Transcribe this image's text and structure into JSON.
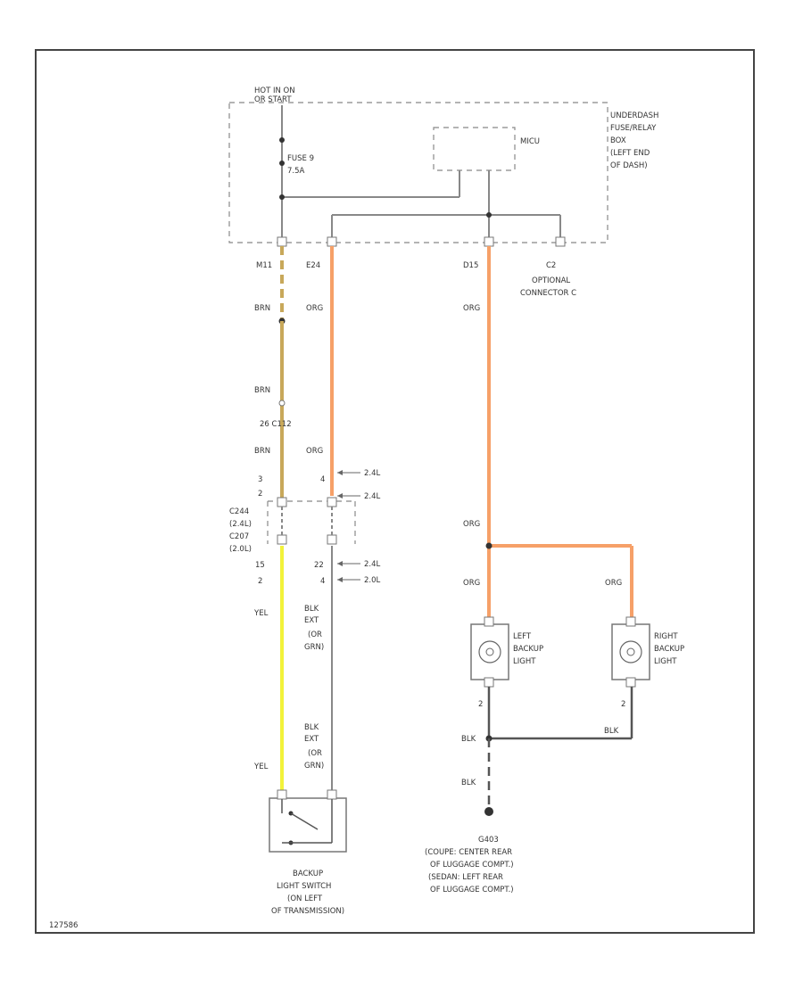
{
  "fuse_box": {
    "hot_label": [
      "HOT IN ON",
      "OR START"
    ],
    "box_label": [
      "UNDERDASH",
      "FUSE/RELAY",
      "BOX",
      "(LEFT END",
      "OF DASH)"
    ],
    "micu": "MICU",
    "fuse": [
      "FUSE 9",
      "7.5A"
    ]
  },
  "pins": {
    "c1": "M11",
    "c2": "E24",
    "c3": "D15",
    "c4": "C2"
  },
  "optional_connector": [
    "OPTIONAL",
    "CONNECTOR C"
  ],
  "wires": {
    "brn1": "BRN",
    "org1": "ORG",
    "brn2": "BRN",
    "c112": "26  C112",
    "brn3": "BRN",
    "org2": "ORG",
    "org3": "ORG",
    "org4": "ORG",
    "org5": "ORG",
    "org6": "ORG",
    "yel1": "YEL",
    "yel2": "YEL",
    "blk_a": [
      "BLK",
      "EXT",
      "(OR",
      "GRN)"
    ],
    "blk_b": [
      "BLK",
      "EXT",
      "(OR",
      "GRN)"
    ],
    "blk_left": "BLK",
    "blk_right": "BLK",
    "blk_down": "BLK"
  },
  "pin_numbers": {
    "p3": "3",
    "p4": "4",
    "p2_left": "2",
    "p15": "15",
    "p2_mid": "2",
    "p22": "22",
    "p4_low": "4",
    "p2_lamp_l": "2",
    "p2_lamp_r": "2"
  },
  "engine_notes": {
    "upper_a": "2.4L",
    "upper_b": "2.4L",
    "lower_a": "2.4L",
    "lower_b": "2.0L"
  },
  "connector_left": [
    "C244",
    "(2.4L)",
    "C207",
    "(2.0L)"
  ],
  "lamps": {
    "left": [
      "LEFT",
      "BACKUP",
      "LIGHT"
    ],
    "right": [
      "RIGHT",
      "BACKUP",
      "LIGHT"
    ]
  },
  "ground": {
    "id": "G403",
    "desc": [
      "(COUPE: CENTER REAR",
      "OF LUGGAGE COMPT.)",
      "(SEDAN: LEFT REAR",
      "OF LUGGAGE COMPT.)"
    ]
  },
  "switch": [
    "BACKUP",
    "LIGHT SWITCH",
    "(ON LEFT",
    "OF TRANSMISSION)"
  ],
  "figure_id": "127586",
  "colors": {
    "orange": "#f6a068",
    "brown": "#c8a85a",
    "yellow": "#f2f23a",
    "black": "#555555"
  }
}
